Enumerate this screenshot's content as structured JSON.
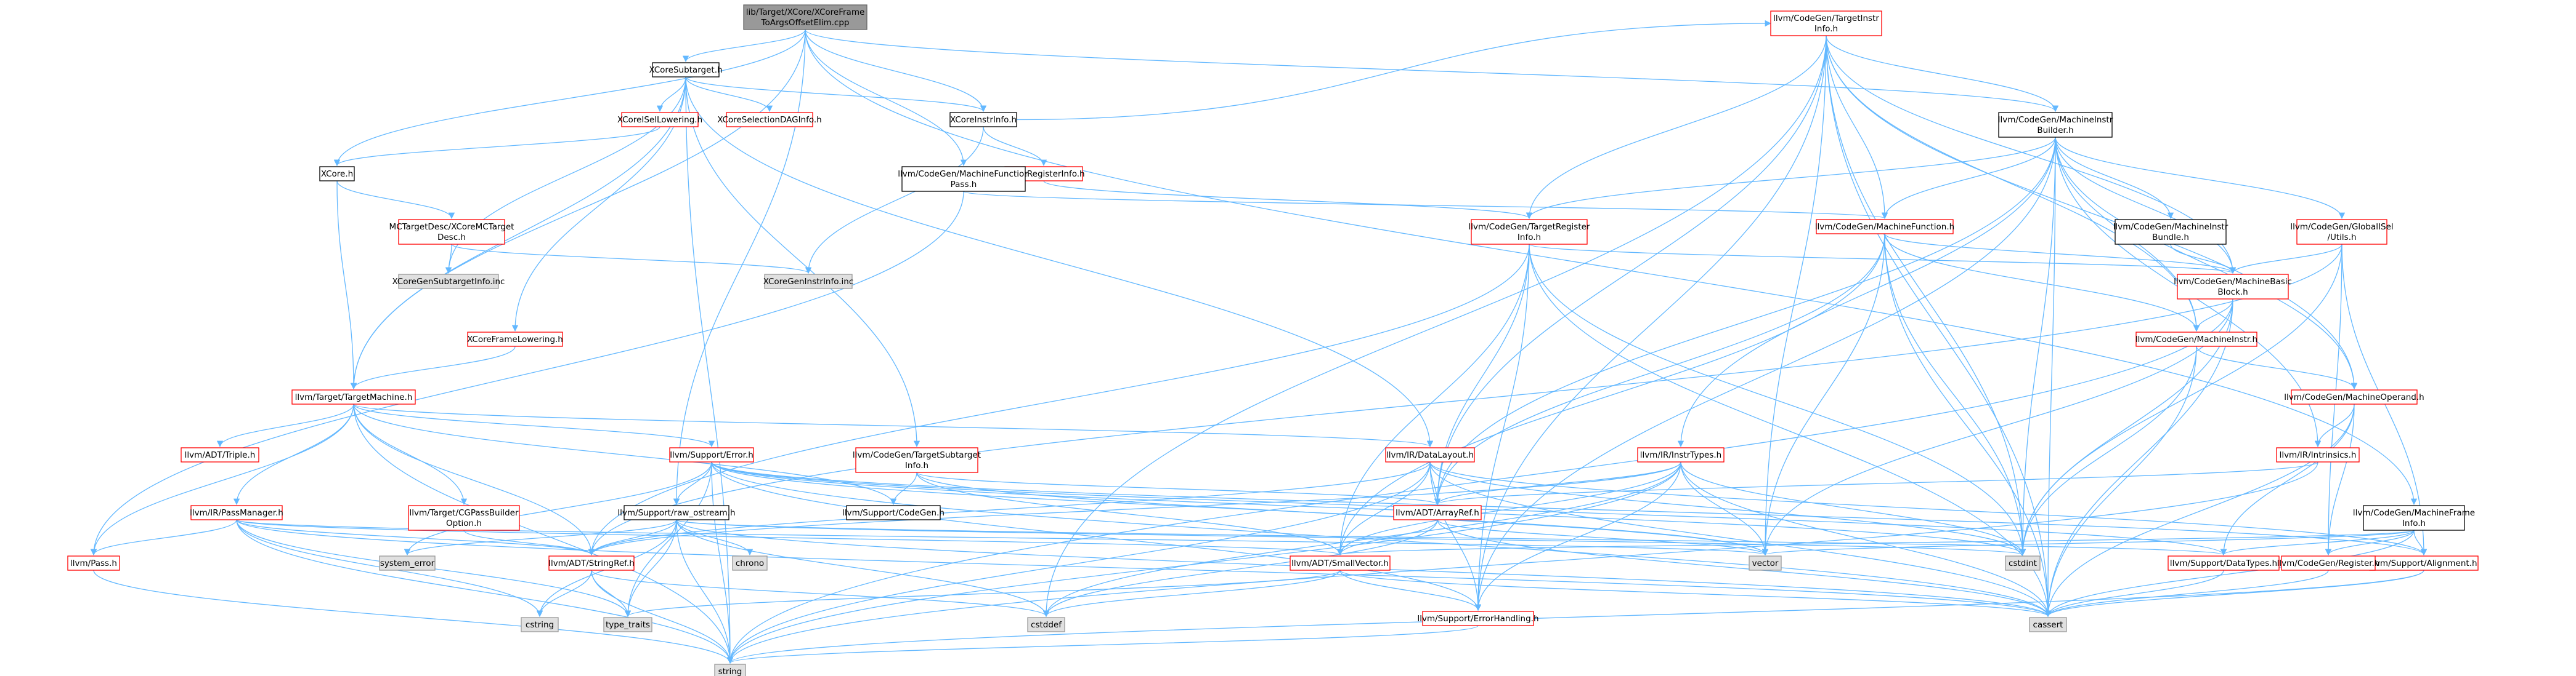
{
  "diagram": {
    "type": "include-dependency-graph",
    "colors": {
      "root_fill": "#999999",
      "root_border": "#666666",
      "linked_fill": "#ffffff",
      "linked_border": "#ff0000",
      "plain_border": "#000000",
      "external_fill": "#e0e0e0",
      "external_border": "#999999",
      "edge": "#63b8ff"
    },
    "nodes": [
      {
        "id": "root",
        "kind": "root",
        "lines": [
          "lib/Target/XCore/XCoreFrame",
          "ToArgsOffsetElim.cpp"
        ]
      },
      {
        "id": "xcoresubtarget",
        "kind": "plain",
        "lines": [
          "XCoreSubtarget.h"
        ]
      },
      {
        "id": "xcoreinstrinfo",
        "kind": "plain",
        "lines": [
          "XCoreInstrInfo.h"
        ]
      },
      {
        "id": "xcoreisellowering",
        "kind": "linked",
        "lines": [
          "XCoreISelLowering.h"
        ]
      },
      {
        "id": "xcoreselectiondag",
        "kind": "linked",
        "lines": [
          "XCoreSelectionDAGInfo.h"
        ]
      },
      {
        "id": "xcoreh",
        "kind": "plain",
        "lines": [
          "XCore.h"
        ]
      },
      {
        "id": "xcoreregisterinfo",
        "kind": "linked",
        "lines": [
          "XCoreRegisterInfo.h"
        ]
      },
      {
        "id": "mctargetdesc",
        "kind": "linked",
        "lines": [
          "MCTargetDesc/XCoreMCTarget",
          "Desc.h"
        ]
      },
      {
        "id": "xcoregensubtarget",
        "kind": "external",
        "lines": [
          "XCoreGenSubtargetInfo.inc"
        ]
      },
      {
        "id": "xcoregeninstr",
        "kind": "external",
        "lines": [
          "XCoreGenInstrInfo.inc"
        ]
      },
      {
        "id": "mfpass",
        "kind": "plain",
        "lines": [
          "llvm/CodeGen/MachineFunction",
          "Pass.h"
        ]
      },
      {
        "id": "xcoreframelowering",
        "kind": "linked",
        "lines": [
          "XCoreFrameLowering.h"
        ]
      },
      {
        "id": "targetmachine",
        "kind": "linked",
        "lines": [
          "llvm/Target/TargetMachine.h"
        ]
      },
      {
        "id": "targetinstrinfo",
        "kind": "linked",
        "lines": [
          "llvm/CodeGen/TargetInstr",
          "Info.h"
        ]
      },
      {
        "id": "machineinstrbuilder",
        "kind": "plain",
        "lines": [
          "llvm/CodeGen/MachineInstr",
          "Builder.h"
        ]
      },
      {
        "id": "targetregisterinfo",
        "kind": "linked",
        "lines": [
          "llvm/CodeGen/TargetRegister",
          "Info.h"
        ]
      },
      {
        "id": "machinefunction",
        "kind": "linked",
        "lines": [
          "llvm/CodeGen/MachineFunction.h"
        ]
      },
      {
        "id": "machineinstrbundle",
        "kind": "plain",
        "lines": [
          "llvm/CodeGen/MachineInstr",
          "Bundle.h"
        ]
      },
      {
        "id": "globalisel",
        "kind": "linked",
        "lines": [
          "llvm/CodeGen/GlobalISel",
          "/Utils.h"
        ]
      },
      {
        "id": "machinebasicblock",
        "kind": "linked",
        "lines": [
          "llvm/CodeGen/MachineBasic",
          "Block.h"
        ]
      },
      {
        "id": "machineinstr",
        "kind": "linked",
        "lines": [
          "llvm/CodeGen/MachineInstr.h"
        ]
      },
      {
        "id": "machineoperand",
        "kind": "linked",
        "lines": [
          "llvm/CodeGen/MachineOperand.h"
        ]
      },
      {
        "id": "intrinsics",
        "kind": "linked",
        "lines": [
          "llvm/IR/Intrinsics.h"
        ]
      },
      {
        "id": "instrtypes",
        "kind": "linked",
        "lines": [
          "llvm/IR/InstrTypes.h"
        ]
      },
      {
        "id": "datalayout",
        "kind": "linked",
        "lines": [
          "llvm/IR/DataLayout.h"
        ]
      },
      {
        "id": "targetsubtarget",
        "kind": "linked",
        "lines": [
          "llvm/CodeGen/TargetSubtarget",
          "Info.h"
        ]
      },
      {
        "id": "machineframeinfo",
        "kind": "plain",
        "lines": [
          "llvm/CodeGen/MachineFrame",
          "Info.h"
        ]
      },
      {
        "id": "triple",
        "kind": "linked",
        "lines": [
          "llvm/ADT/Triple.h"
        ]
      },
      {
        "id": "error",
        "kind": "linked",
        "lines": [
          "llvm/Support/Error.h"
        ]
      },
      {
        "id": "passmanager",
        "kind": "linked",
        "lines": [
          "llvm/IR/PassManager.h"
        ]
      },
      {
        "id": "cgpassbuilder",
        "kind": "linked",
        "lines": [
          "llvm/Target/CGPassBuilder",
          "Option.h"
        ]
      },
      {
        "id": "codegen",
        "kind": "plain",
        "lines": [
          "llvm/Support/CodeGen.h"
        ]
      },
      {
        "id": "rawostream",
        "kind": "plain",
        "lines": [
          "llvm/Support/raw_ostream.h"
        ]
      },
      {
        "id": "pass",
        "kind": "linked",
        "lines": [
          "llvm/Pass.h"
        ]
      },
      {
        "id": "arrayref",
        "kind": "linked",
        "lines": [
          "llvm/ADT/ArrayRef.h"
        ]
      },
      {
        "id": "stringref",
        "kind": "linked",
        "lines": [
          "llvm/ADT/StringRef.h"
        ]
      },
      {
        "id": "smallvector",
        "kind": "linked",
        "lines": [
          "llvm/ADT/SmallVector.h"
        ]
      },
      {
        "id": "errorhandling",
        "kind": "linked",
        "lines": [
          "llvm/Support/ErrorHandling.h"
        ]
      },
      {
        "id": "datatypes",
        "kind": "linked",
        "lines": [
          "llvm/Support/DataTypes.h"
        ]
      },
      {
        "id": "alignment",
        "kind": "linked",
        "lines": [
          "llvm/Support/Alignment.h"
        ]
      },
      {
        "id": "register",
        "kind": "linked",
        "lines": [
          "llvm/CodeGen/Register.h"
        ]
      },
      {
        "id": "system_error",
        "kind": "external",
        "lines": [
          "system_error"
        ]
      },
      {
        "id": "chrono",
        "kind": "external",
        "lines": [
          "chrono"
        ]
      },
      {
        "id": "vector",
        "kind": "external",
        "lines": [
          "vector"
        ]
      },
      {
        "id": "cstdint",
        "kind": "external",
        "lines": [
          "cstdint"
        ]
      },
      {
        "id": "cstring",
        "kind": "external",
        "lines": [
          "cstring"
        ]
      },
      {
        "id": "type_traits",
        "kind": "external",
        "lines": [
          "type_traits"
        ]
      },
      {
        "id": "cstddef",
        "kind": "external",
        "lines": [
          "cstddef"
        ]
      },
      {
        "id": "cassert",
        "kind": "external",
        "lines": [
          "cassert"
        ]
      },
      {
        "id": "string",
        "kind": "external",
        "lines": [
          "string"
        ]
      }
    ],
    "edges": [
      [
        "root",
        "xcoresubtarget"
      ],
      [
        "root",
        "xcoreinstrinfo"
      ],
      [
        "root",
        "xcoreh"
      ],
      [
        "root",
        "mfpass"
      ],
      [
        "root",
        "machineinstrbuilder"
      ],
      [
        "root",
        "machineframeinfo"
      ],
      [
        "root",
        "targetmachine"
      ],
      [
        "root",
        "rawostream"
      ],
      [
        "xcoresubtarget",
        "xcoreinstrinfo"
      ],
      [
        "xcoresubtarget",
        "xcoreisellowering"
      ],
      [
        "xcoresubtarget",
        "xcoreselectiondag"
      ],
      [
        "xcoresubtarget",
        "xcoreframelowering"
      ],
      [
        "xcoresubtarget",
        "xcoregensubtarget"
      ],
      [
        "xcoresubtarget",
        "targetsubtarget"
      ],
      [
        "xcoresubtarget",
        "datalayout"
      ],
      [
        "xcoresubtarget",
        "targetmachine"
      ],
      [
        "xcoresubtarget",
        "string"
      ],
      [
        "xcoreisellowering",
        "xcoreh"
      ],
      [
        "xcoreh",
        "mctargetdesc"
      ],
      [
        "xcoreh",
        "targetmachine"
      ],
      [
        "mctargetdesc",
        "xcoregensubtarget"
      ],
      [
        "mctargetdesc",
        "xcoregeninstr"
      ],
      [
        "xcoreinstrinfo",
        "xcoreregisterinfo"
      ],
      [
        "xcoreinstrinfo",
        "xcoregeninstr"
      ],
      [
        "xcoreinstrinfo",
        "targetinstrinfo"
      ],
      [
        "xcoreregisterinfo",
        "targetregisterinfo"
      ],
      [
        "mfpass",
        "machinefunction"
      ],
      [
        "mfpass",
        "pass"
      ],
      [
        "xcoreframelowering",
        "targetmachine"
      ],
      [
        "targetmachine",
        "triple"
      ],
      [
        "targetmachine",
        "error"
      ],
      [
        "targetmachine",
        "passmanager"
      ],
      [
        "targetmachine",
        "cgpassbuilder"
      ],
      [
        "targetmachine",
        "codegen"
      ],
      [
        "targetmachine",
        "datalayout"
      ],
      [
        "targetmachine",
        "pass"
      ],
      [
        "targetmachine",
        "stringref"
      ],
      [
        "targetmachine",
        "string"
      ],
      [
        "targetinstrinfo",
        "machineinstrbuilder"
      ],
      [
        "targetinstrinfo",
        "targetregisterinfo"
      ],
      [
        "targetinstrinfo",
        "machinefunction"
      ],
      [
        "targetinstrinfo",
        "machinebasicblock"
      ],
      [
        "targetinstrinfo",
        "machineinstr"
      ],
      [
        "targetinstrinfo",
        "machineoperand"
      ],
      [
        "targetinstrinfo",
        "arrayref"
      ],
      [
        "targetinstrinfo",
        "errorhandling"
      ],
      [
        "targetinstrinfo",
        "cstddef"
      ],
      [
        "targetinstrinfo",
        "cstdint"
      ],
      [
        "targetinstrinfo",
        "cassert"
      ],
      [
        "targetinstrinfo",
        "vector"
      ],
      [
        "machineinstrbuilder",
        "targetregisterinfo"
      ],
      [
        "machineinstrbuilder",
        "machinefunction"
      ],
      [
        "machineinstrbuilder",
        "machineinstrbundle"
      ],
      [
        "machineinstrbuilder",
        "globalisel"
      ],
      [
        "machineinstrbuilder",
        "machinebasicblock"
      ],
      [
        "machineinstrbuilder",
        "machineinstr"
      ],
      [
        "machineinstrbuilder",
        "machineoperand"
      ],
      [
        "machineinstrbuilder",
        "intrinsics"
      ],
      [
        "machineinstrbuilder",
        "instrtypes"
      ],
      [
        "machineinstrbuilder",
        "arrayref"
      ],
      [
        "machineinstrbuilder",
        "errorhandling"
      ],
      [
        "machineinstrbuilder",
        "cassert"
      ],
      [
        "machineinstrbuilder",
        "cstdint"
      ],
      [
        "machineinstrbundle",
        "machinebasicblock"
      ],
      [
        "globalisel",
        "machinebasicblock"
      ],
      [
        "globalisel",
        "register"
      ],
      [
        "globalisel",
        "alignment"
      ],
      [
        "globalisel",
        "stringref"
      ],
      [
        "globalisel",
        "cstdint"
      ],
      [
        "targetregisterinfo",
        "machinebasicblock"
      ],
      [
        "targetregisterinfo",
        "arrayref"
      ],
      [
        "targetregisterinfo",
        "smallvector"
      ],
      [
        "targetregisterinfo",
        "stringref"
      ],
      [
        "targetregisterinfo",
        "errorhandling"
      ],
      [
        "targetregisterinfo",
        "cassert"
      ],
      [
        "targetregisterinfo",
        "cstdint"
      ],
      [
        "machinefunction",
        "machinebasicblock"
      ],
      [
        "machinefunction",
        "machineinstr"
      ],
      [
        "machinefunction",
        "arrayref"
      ],
      [
        "machinefunction",
        "smallvector"
      ],
      [
        "machinefunction",
        "cassert"
      ],
      [
        "machinefunction",
        "cstdint"
      ],
      [
        "machinefunction",
        "vector"
      ],
      [
        "machinebasicblock",
        "machineinstr"
      ],
      [
        "machinebasicblock",
        "cassert"
      ],
      [
        "machinebasicblock",
        "cstdint"
      ],
      [
        "machinebasicblock",
        "string"
      ],
      [
        "machinebasicblock",
        "vector"
      ],
      [
        "machineinstr",
        "machineoperand"
      ],
      [
        "machineinstr",
        "cassert"
      ],
      [
        "machineinstr",
        "cstdint"
      ],
      [
        "machineoperand",
        "intrinsics"
      ],
      [
        "machineoperand",
        "register"
      ],
      [
        "machineoperand",
        "datatypes"
      ],
      [
        "machineoperand",
        "cassert"
      ],
      [
        "intrinsics",
        "arrayref"
      ],
      [
        "intrinsics",
        "string"
      ],
      [
        "instrtypes",
        "arrayref"
      ],
      [
        "instrtypes",
        "stringref"
      ],
      [
        "instrtypes",
        "errorhandling"
      ],
      [
        "instrtypes",
        "smallvector"
      ],
      [
        "instrtypes",
        "cstddef"
      ],
      [
        "instrtypes",
        "cstdint"
      ],
      [
        "instrtypes",
        "vector"
      ],
      [
        "instrtypes",
        "cassert"
      ],
      [
        "instrtypes",
        "string"
      ],
      [
        "datalayout",
        "arrayref"
      ],
      [
        "datalayout",
        "smallvector"
      ],
      [
        "datalayout",
        "stringref"
      ],
      [
        "datalayout",
        "alignment"
      ],
      [
        "datalayout",
        "errorhandling"
      ],
      [
        "datalayout",
        "cassert"
      ],
      [
        "datalayout",
        "cstdint"
      ],
      [
        "datalayout",
        "string"
      ],
      [
        "targetsubtarget",
        "arrayref"
      ],
      [
        "targetsubtarget",
        "smallvector"
      ],
      [
        "targetsubtarget",
        "codegen"
      ],
      [
        "targetsubtarget",
        "vector"
      ],
      [
        "machineframeinfo",
        "register"
      ],
      [
        "machineframeinfo",
        "alignment"
      ],
      [
        "machineframeinfo",
        "datatypes"
      ],
      [
        "machineframeinfo",
        "smallvector"
      ],
      [
        "machineframeinfo",
        "cassert"
      ],
      [
        "machineframeinfo",
        "vector"
      ],
      [
        "error",
        "errorhandling"
      ],
      [
        "error",
        "datatypes"
      ],
      [
        "error",
        "alignment"
      ],
      [
        "error",
        "rawostream"
      ],
      [
        "error",
        "cassert"
      ],
      [
        "error",
        "cstdint"
      ],
      [
        "error",
        "string"
      ],
      [
        "error",
        "system_error"
      ],
      [
        "error",
        "type_traits"
      ],
      [
        "error",
        "vector"
      ],
      [
        "passmanager",
        "stringref"
      ],
      [
        "passmanager",
        "smallvector"
      ],
      [
        "passmanager",
        "pass"
      ],
      [
        "passmanager",
        "cassert"
      ],
      [
        "passmanager",
        "cstring"
      ],
      [
        "passmanager",
        "string"
      ],
      [
        "passmanager",
        "type_traits"
      ],
      [
        "passmanager",
        "vector"
      ],
      [
        "cgpassbuilder",
        "stringref"
      ],
      [
        "rawostream",
        "stringref"
      ],
      [
        "rawostream",
        "datatypes"
      ],
      [
        "rawostream",
        "cassert"
      ],
      [
        "rawostream",
        "chrono"
      ],
      [
        "rawostream",
        "cstddef"
      ],
      [
        "rawostream",
        "cstdint"
      ],
      [
        "rawostream",
        "cstring"
      ],
      [
        "rawostream",
        "string"
      ],
      [
        "rawostream",
        "system_error"
      ],
      [
        "rawostream",
        "type_traits"
      ],
      [
        "pass",
        "string"
      ],
      [
        "arrayref",
        "smallvector"
      ],
      [
        "arrayref",
        "cassert"
      ],
      [
        "arrayref",
        "cstddef"
      ],
      [
        "arrayref",
        "vector"
      ],
      [
        "stringref",
        "cstring"
      ],
      [
        "stringref",
        "string"
      ],
      [
        "stringref",
        "type_traits"
      ],
      [
        "stringref",
        "cstddef"
      ],
      [
        "smallvector",
        "errorhandling"
      ],
      [
        "smallvector",
        "type_traits"
      ],
      [
        "smallvector",
        "cassert"
      ],
      [
        "smallvector",
        "cstddef"
      ],
      [
        "errorhandling",
        "string"
      ],
      [
        "alignment",
        "cassert"
      ],
      [
        "alignment",
        "string"
      ],
      [
        "register",
        "cassert"
      ],
      [
        "datatypes",
        "cassert"
      ]
    ]
  }
}
